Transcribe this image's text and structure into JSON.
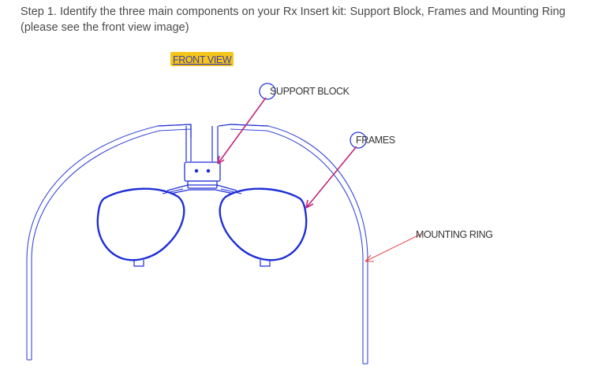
{
  "instruction": {
    "line1": "Step 1. Identify the three main components on your Rx Insert kit: Support Block, Frames and Mounting Ring",
    "line2": "(please see the front view image)"
  },
  "diagram": {
    "view_label": "FRONT VIEW",
    "labels": {
      "support_block": "SUPPORT BLOCK",
      "frames": "FRAMES",
      "mounting_ring": "MOUNTING RING"
    },
    "colors": {
      "outline": "#1f2fd6",
      "ring_outline": "#3a4ad8",
      "callout_arrow": "#c2257a",
      "mounting_arrow": "#e24a4a",
      "view_highlight": "#f5c518",
      "instruction_text": "#4a4a4a"
    }
  }
}
